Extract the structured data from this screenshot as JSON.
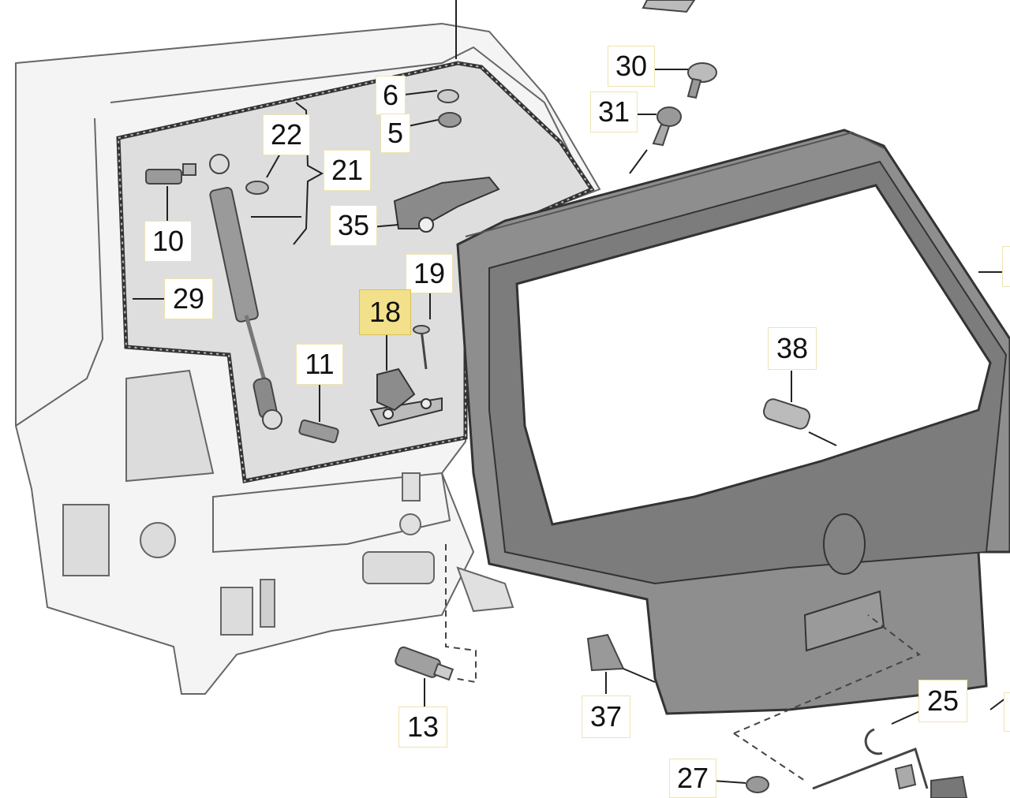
{
  "diagram": {
    "colors": {
      "outline": "#555555",
      "body_fill": "#f4f4f4",
      "glass_fill": "#dedede",
      "lid_fill": "#8e8e8e",
      "lid_dark": "#6f6f6f",
      "window": "#ffffff",
      "highlight": "#f3e08a",
      "callout_border": "#efe3b0"
    },
    "callouts": [
      {
        "id": "30",
        "label": "30"
      },
      {
        "id": "31",
        "label": "31"
      },
      {
        "id": "6",
        "label": "6"
      },
      {
        "id": "5",
        "label": "5"
      },
      {
        "id": "22",
        "label": "22"
      },
      {
        "id": "21",
        "label": "21"
      },
      {
        "id": "10",
        "label": "10"
      },
      {
        "id": "35",
        "label": "35"
      },
      {
        "id": "19",
        "label": "19"
      },
      {
        "id": "29",
        "label": "29"
      },
      {
        "id": "18",
        "label": "18",
        "highlighted": true
      },
      {
        "id": "11",
        "label": "11"
      },
      {
        "id": "38",
        "label": "38"
      },
      {
        "id": "13",
        "label": "13"
      },
      {
        "id": "37",
        "label": "37"
      },
      {
        "id": "25",
        "label": "25"
      },
      {
        "id": "27",
        "label": "27"
      }
    ]
  }
}
